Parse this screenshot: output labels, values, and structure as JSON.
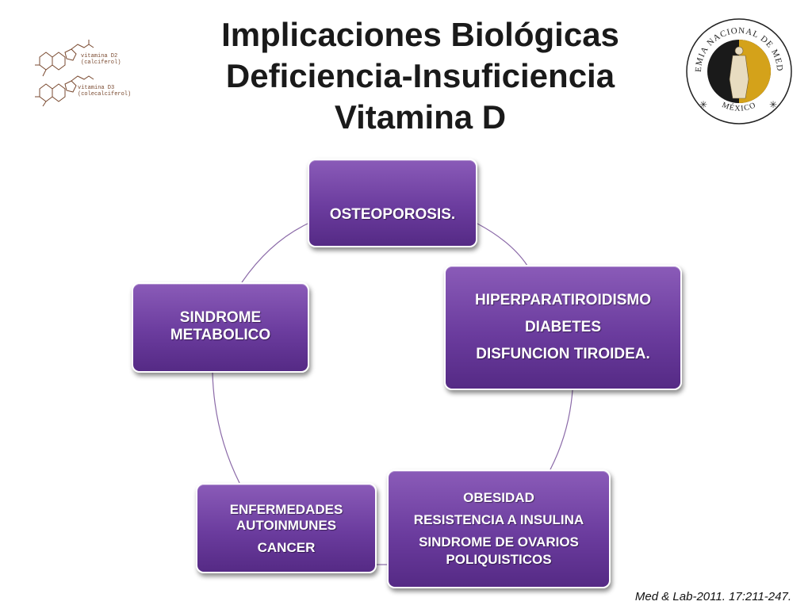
{
  "title": {
    "line1": "Implicaciones Biológicas",
    "line2": "Deficiencia-Insuficiencia",
    "line3": "Vitamina D"
  },
  "chemical_structures": [
    {
      "label1": "vitamina D2",
      "label2": "(calciferol)"
    },
    {
      "label1": "vitamina D3",
      "label2": "(colecalciferol)"
    }
  ],
  "seal": {
    "top_text": "ACADEMIA NACIONAL DE MEDICINA",
    "bottom_text": "MÉXICO"
  },
  "cycle": {
    "nodes": [
      {
        "lines": [
          "OSTEOPOROSIS."
        ]
      },
      {
        "lines": [
          "HIPERPARATIROIDISMO",
          "DIABETES",
          "DISFUNCION TIROIDEA."
        ]
      },
      {
        "lines": [
          "OBESIDAD",
          "RESISTENCIA A INSULINA",
          "SINDROME DE OVARIOS POLIQUISTICOS"
        ]
      },
      {
        "lines": [
          "ENFERMEDADES AUTOINMUNES",
          "CANCER"
        ]
      },
      {
        "lines": [
          "SINDROME METABOLICO"
        ]
      }
    ]
  },
  "reference": "Med & Lab-2011. 17:211-247.",
  "colors": {
    "node_fill": "#6b3c9e",
    "connector": "#8b6aa8",
    "seal_gold": "#d4a21a"
  }
}
